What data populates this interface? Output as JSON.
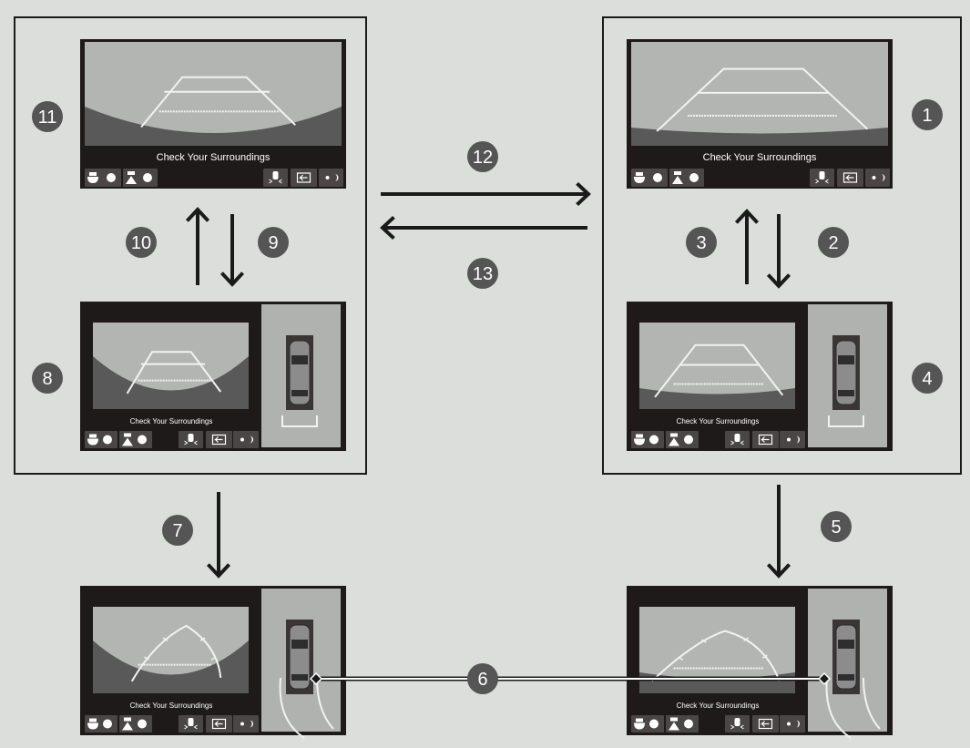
{
  "screen_caption": "Check Your Surroundings",
  "step_labels": [
    "1",
    "2",
    "3",
    "4",
    "5",
    "6",
    "7",
    "8",
    "9",
    "10",
    "11",
    "12",
    "13"
  ],
  "colors": {
    "background": "#dcdedc",
    "screen": "#1e1a1a",
    "camera_light": "#b3b5b3",
    "camera_dark": "#595959",
    "badge": "#555555",
    "arrow": "#1a1a1a"
  },
  "screens": [
    {
      "id": "top-left",
      "view": "rear-normal"
    },
    {
      "id": "top-right",
      "view": "rear-wide"
    },
    {
      "id": "middle-left",
      "view": "rear-normal-with-top-view"
    },
    {
      "id": "middle-right",
      "view": "rear-wide-with-top-view"
    },
    {
      "id": "bottom-left",
      "view": "rear-normal-with-top-view-dynamic-guidelines"
    },
    {
      "id": "bottom-right",
      "view": "rear-wide-with-top-view-dynamic-guidelines"
    }
  ]
}
